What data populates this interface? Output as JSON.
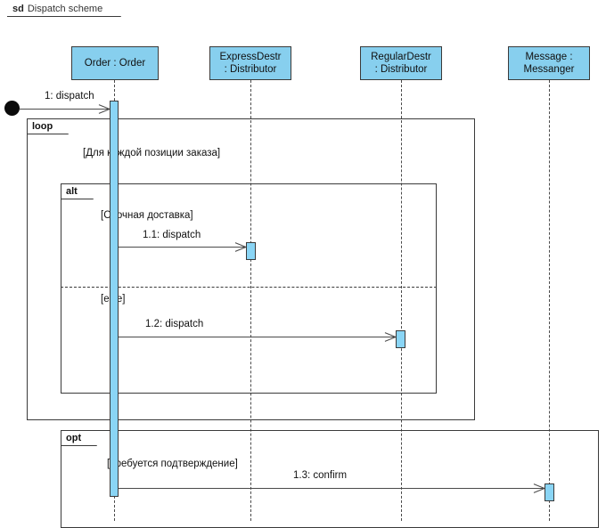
{
  "diagram": {
    "keyword": "sd",
    "name": "Dispatch scheme",
    "type": "uml-sequence-diagram"
  },
  "lifelines": [
    {
      "id": "order",
      "line1": "Order : Order",
      "line2": ""
    },
    {
      "id": "expressdestr",
      "line1": "ExpressDestr",
      "line2": ": Distributor"
    },
    {
      "id": "regulardestr",
      "line1": "RegularDestr",
      "line2": ": Distributor"
    },
    {
      "id": "message",
      "line1": "Message :",
      "line2": "Messanger"
    }
  ],
  "fragments": [
    {
      "id": "loop",
      "operator": "loop",
      "guard": "[Для каждой позиции заказа]"
    },
    {
      "id": "alt",
      "operator": "alt",
      "guard": "[Срочная доставка]",
      "else_guard": "[else]"
    },
    {
      "id": "opt",
      "operator": "opt",
      "guard": "[Требуется подтверждение]"
    }
  ],
  "messages": [
    {
      "id": "m0",
      "label": "1: dispatch",
      "from": "found",
      "to": "order"
    },
    {
      "id": "m1",
      "label": "1.1: dispatch",
      "from": "order",
      "to": "expressdestr"
    },
    {
      "id": "m2",
      "label": "1.2: dispatch",
      "from": "order",
      "to": "regulardestr"
    },
    {
      "id": "m3",
      "label": "1.3: confirm",
      "from": "order",
      "to": "message"
    }
  ],
  "colors": {
    "lifeline_fill": "#87cfee",
    "activation_fill": "#8ad5f5",
    "stroke": "#3a3a3a",
    "line": "#4a4a4a",
    "background": "#ffffff"
  }
}
